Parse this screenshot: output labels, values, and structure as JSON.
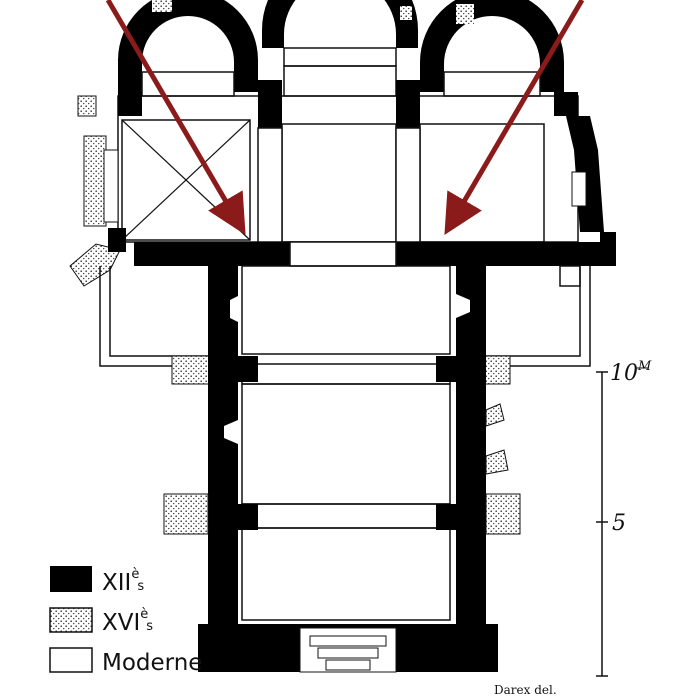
{
  "legend": {
    "items": [
      {
        "label": "XII",
        "sup": "è",
        "suffix": "s",
        "pattern": "solid"
      },
      {
        "label": "XVI",
        "sup": "è",
        "suffix": "s",
        "pattern": "stipple"
      },
      {
        "label": "Moderne",
        "sup": "",
        "suffix": "",
        "pattern": "outline"
      }
    ]
  },
  "scale": {
    "ticks": [
      {
        "label": "10",
        "unit": "M",
        "value": 10
      },
      {
        "label": "5",
        "unit": "",
        "value": 5
      }
    ]
  },
  "credit": "Darex del.",
  "colors": {
    "wall_solid": "#000000",
    "wall_stipple": "#d8d8d8",
    "arrow": "#8b1a1a",
    "line": "#111111"
  }
}
